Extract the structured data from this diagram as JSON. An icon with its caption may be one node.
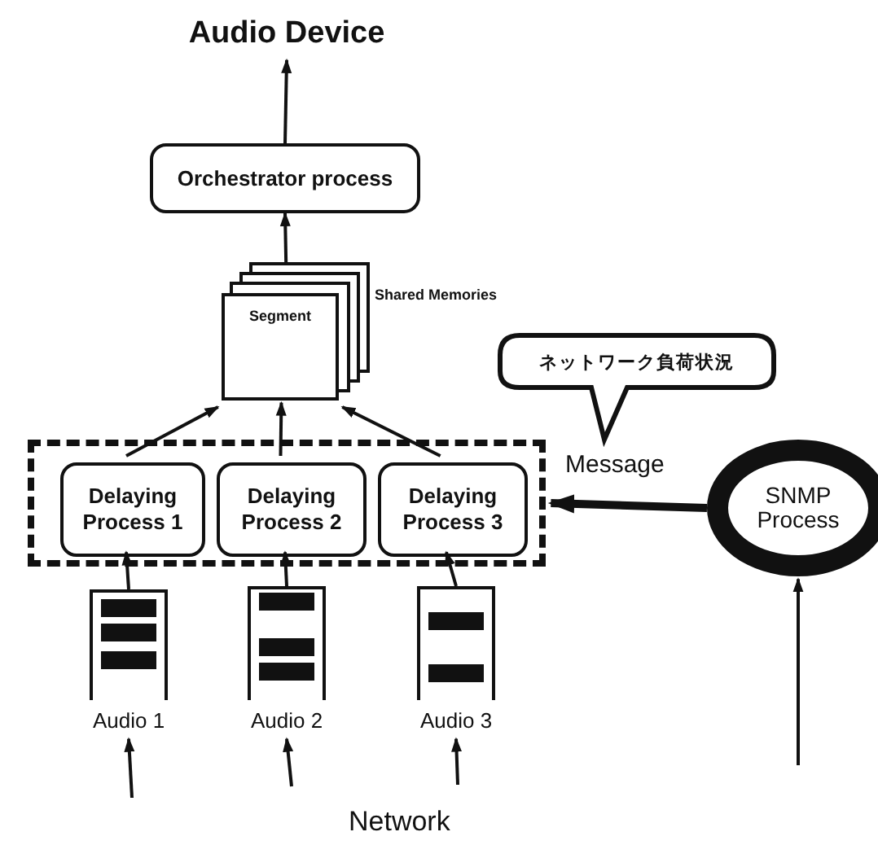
{
  "diagram": {
    "nodes": [
      {
        "text": [
          "Audio Device"
        ]
      },
      {
        "text": [
          "Orchestrator process"
        ]
      },
      {
        "text": [
          "Segment"
        ],
        "beside": [
          "Shared Memories"
        ]
      },
      {
        "text": [],
        "shape": "box"
      },
      {
        "text": [
          "Delaying Process 1"
        ],
        "in": 3
      },
      {
        "text": [
          "Delaying Process 2"
        ],
        "in": 3
      },
      {
        "text": [
          "Delaying Process 3"
        ],
        "in": 3
      },
      {
        "text": [],
        "shape": "box",
        "beside": [
          "Audio 1"
        ]
      },
      {
        "text": [],
        "shape": "box",
        "beside": [
          "Audio 2"
        ]
      },
      {
        "text": [],
        "shape": "box",
        "beside": [
          "Audio 3"
        ]
      },
      {
        "text": [
          "SNMP Process"
        ]
      },
      {
        "text": [
          "ネットワーク負荷状況"
        ]
      }
    ],
    "edges": [
      {
        "from": 1,
        "to": 0,
        "arrow": "to"
      },
      {
        "from": 2,
        "to": 1,
        "arrow": "to"
      },
      {
        "from": 4,
        "to": 2,
        "arrow": "to"
      },
      {
        "from": 5,
        "to": 2,
        "arrow": "to"
      },
      {
        "from": 6,
        "to": 2,
        "arrow": "to"
      },
      {
        "from": 7,
        "to": 4,
        "arrow": "to"
      },
      {
        "from": 8,
        "to": 5,
        "arrow": "to"
      },
      {
        "from": 9,
        "to": 6,
        "arrow": "to"
      },
      {
        "from": null,
        "to": 7,
        "arrow": "to"
      },
      {
        "from": null,
        "to": 8,
        "arrow": "to"
      },
      {
        "from": null,
        "to": 9,
        "arrow": "to"
      },
      {
        "from": null,
        "to": 10,
        "arrow": "to"
      },
      {
        "from": 10,
        "to": 3,
        "arrow": "to",
        "style": "thick",
        "label": "Message"
      }
    ],
    "labels": [
      "Network"
    ]
  }
}
